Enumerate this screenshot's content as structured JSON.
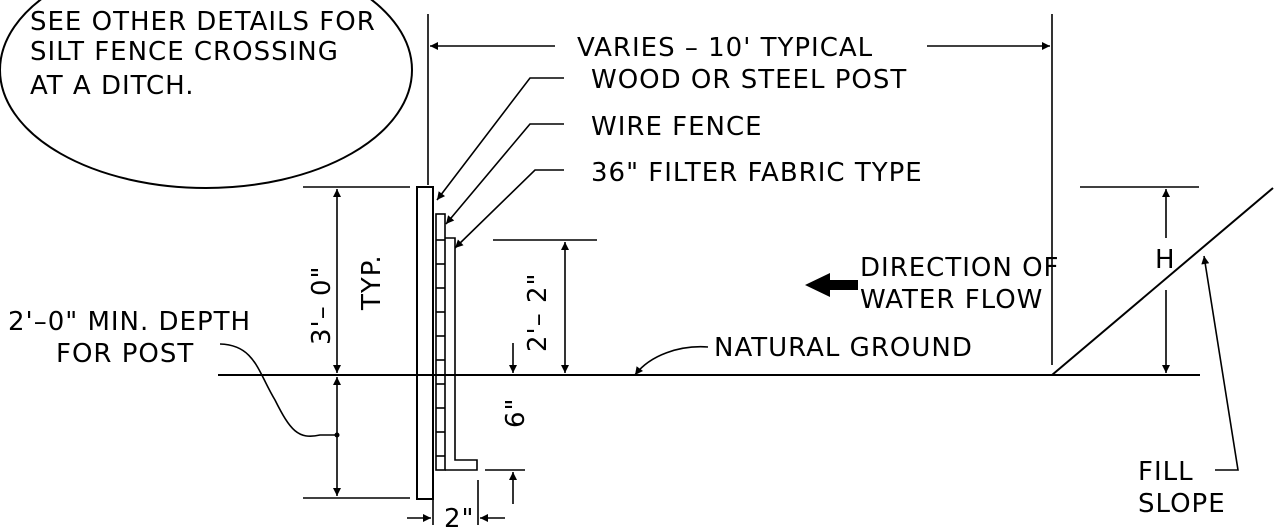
{
  "note": {
    "line1": "SEE OTHER DETAILS FOR",
    "line2": "SILT FENCE CROSSING",
    "line3": "AT A DITCH."
  },
  "labels": {
    "spacing": "VARIES – 10' TYPICAL",
    "post": "WOOD OR STEEL POST",
    "wire": "WIRE FENCE",
    "fabric": "36\" FILTER FABRIC TYPE",
    "height": "3'– 0\"",
    "typ": "TYP.",
    "fabric_height": "2'– 2\"",
    "direction1": "DIRECTION OF",
    "direction2": "WATER FLOW",
    "ground": "NATURAL GROUND",
    "h": "H",
    "depth1": "2'–0\" MIN. DEPTH",
    "depth2": "FOR POST",
    "toe": "6\"",
    "width": "2\"",
    "fill1": "FILL",
    "fill2": "SLOPE"
  },
  "colors": {
    "ink": "#000000",
    "paper": "#ffffff"
  }
}
